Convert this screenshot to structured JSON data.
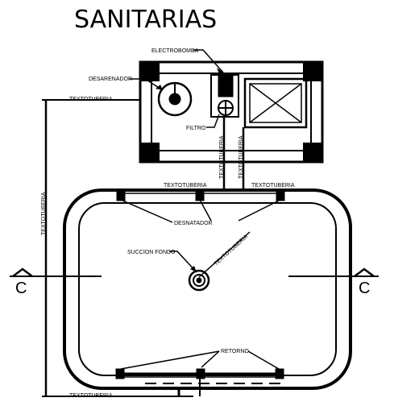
{
  "title": "SANITARIAS",
  "labels": {
    "electrobomba": "ELECTROBOMBA",
    "desarenador": "DESARENADOR",
    "filtro": "FILTRO",
    "texto_tuberia": "TEXTOTUBERIA",
    "desnatador": "DESNATADOR",
    "succion_fondo": "SUCCION FONDO",
    "retorno": "RETORNO",
    "section_mark": "C"
  }
}
